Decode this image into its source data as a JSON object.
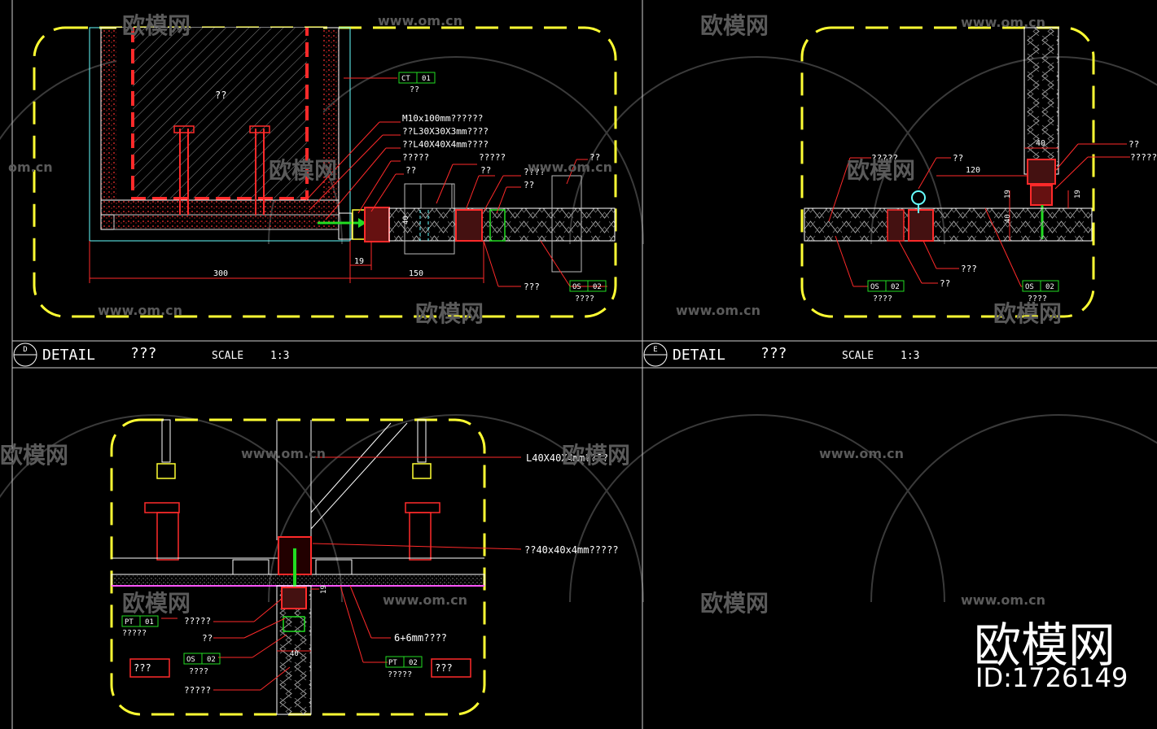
{
  "watermark": {
    "brand": "欧模网",
    "site": "www.om.cn",
    "site_alt": "om.cn",
    "id_label": "ID:1726149"
  },
  "colors": {
    "frame": "#ffff33",
    "line_red": "#ff2a2a",
    "line_white": "#ffffff",
    "line_green": "#22dd22",
    "line_cyan": "#66ffff",
    "line_magenta": "#ff55ff"
  },
  "detail_d": {
    "circle_letter": "D",
    "title": "DETAIL",
    "name": "???",
    "scale_label": "SCALE",
    "scale_value": "1:3",
    "center_text": "??",
    "tag_code": "CT",
    "tag_num": "01",
    "tag_sub": "??",
    "labels": [
      "M10x100mm??????",
      "??L30X30X3mm????",
      "??L40X40X4mm????",
      "?????",
      "??",
      "?????",
      "??",
      "????",
      "??",
      "??"
    ],
    "dim_300": "300",
    "dim_19": "19",
    "dim_150": "150",
    "dim_40": "40",
    "bottom_label": "???",
    "os_code": "OS",
    "os_num": "02",
    "os_sub": "????"
  },
  "detail_e": {
    "circle_letter": "E",
    "title": "DETAIL",
    "name": "???",
    "scale_label": "SCALE",
    "scale_value": "1:3",
    "labels": [
      "?????",
      "??",
      "??",
      "?????"
    ],
    "dim_40_top": "40",
    "dim_120": "120",
    "dim_19_left": "19",
    "dim_19_right": "19",
    "dim_40_mid": "40",
    "label_a": "???",
    "label_b": "??",
    "os_code": "OS",
    "os_num": "02",
    "os_sub": "????"
  },
  "detail_f": {
    "label_l40": "L40X40X4mm????",
    "label_40x40": "??40x40x4mm?????",
    "dim_19": "19",
    "dim_40": "40",
    "pt_code": "PT",
    "pt_num": "01",
    "pt_sub": "?????",
    "label_1": "?????",
    "label_2": "??",
    "os_code": "OS",
    "os_num": "02",
    "os_sub": "????",
    "label_3": "?????",
    "label_glass": "6+6mm????",
    "pt2_code": "PT",
    "pt2_num": "02",
    "pt2_sub": "?????",
    "box_left": "???",
    "box_right": "???"
  }
}
